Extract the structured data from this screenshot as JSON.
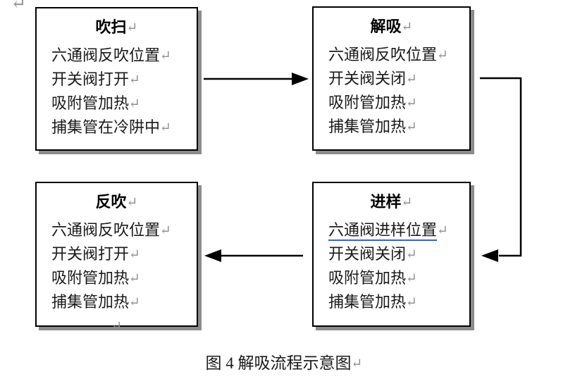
{
  "page": {
    "top_return_mark": "↵"
  },
  "colors": {
    "box_border": "#000000",
    "box_shadow": "#8c8c8c",
    "return_mark": "#919191",
    "grammar_underline": "#3a5fcd",
    "arrow": "#000000"
  },
  "diagram": {
    "return_mark": "↵",
    "boxes": [
      {
        "id": "purge",
        "title": "吹扫",
        "lines": [
          {
            "text": "六通阀反吹位置"
          },
          {
            "text": "开关阀打开"
          },
          {
            "text": "吸附管加热"
          },
          {
            "text": "捕集管在冷阱中"
          }
        ]
      },
      {
        "id": "desorb",
        "title": "解吸",
        "lines": [
          {
            "text": "六通阀反吹位置"
          },
          {
            "text": "开关阀关闭"
          },
          {
            "text": "吸附管加热"
          },
          {
            "text": "捕集管加热"
          }
        ]
      },
      {
        "id": "backflush",
        "title": "反吹",
        "lines": [
          {
            "text": "六通阀反吹位置"
          },
          {
            "text": "开关阀打开"
          },
          {
            "text": "吸附管加热"
          },
          {
            "text": "捕集管加热"
          }
        ],
        "trailing_return": "↵"
      },
      {
        "id": "inject",
        "title": "进样",
        "lines": [
          {
            "text": "六通阀进样位置",
            "underline": true
          },
          {
            "text": "开关阀关闭"
          },
          {
            "text": "吸附管加热"
          },
          {
            "text": "捕集管加热"
          }
        ]
      }
    ],
    "arrows": [
      {
        "from": "吹扫",
        "to": "解吸"
      },
      {
        "from": "解吸",
        "to": "进样"
      },
      {
        "from": "进样",
        "to": "反吹"
      }
    ]
  },
  "caption": {
    "text": "图 4 解吸流程示意图",
    "return_mark": "↵"
  }
}
